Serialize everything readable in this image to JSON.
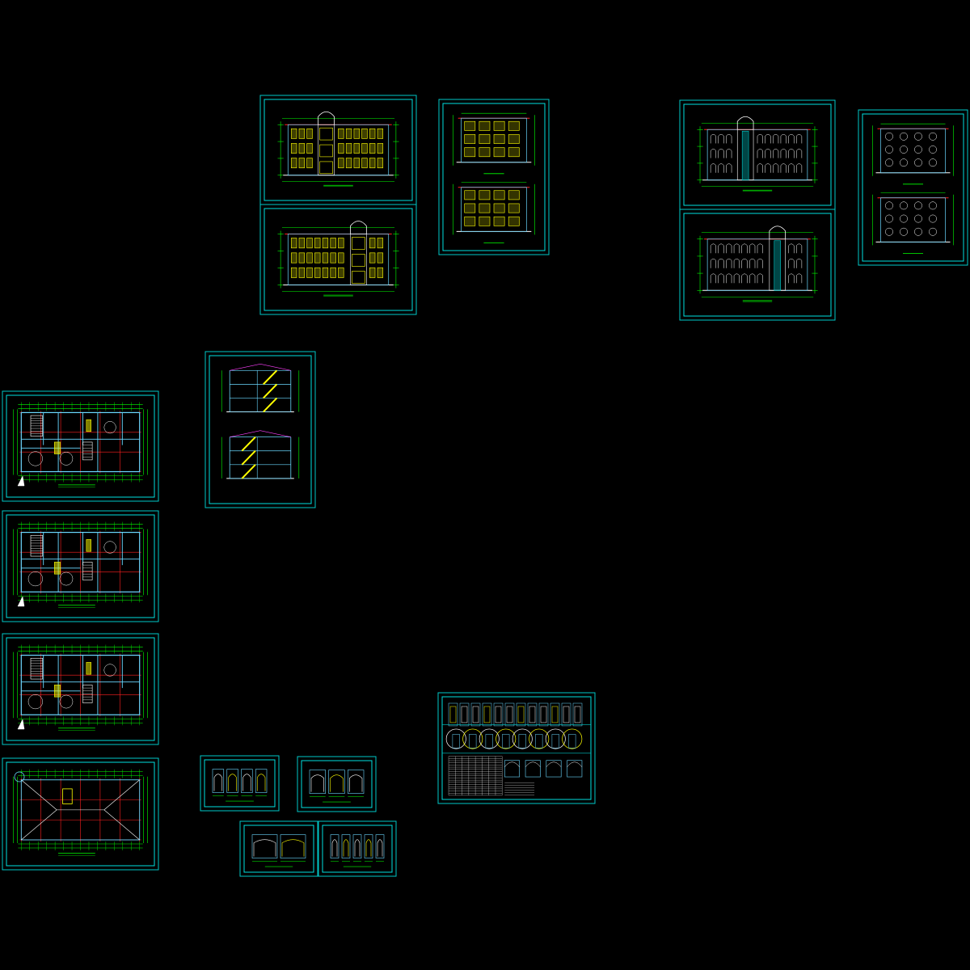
{
  "canvas": {
    "background": "#000000"
  },
  "colors": {
    "frame": "#00c8c8",
    "frame_inner": "#00e0e0",
    "dim": "#00ff00",
    "grid": "#ff2020",
    "wall": "#6ad8ff",
    "accent": "#ffff00",
    "white": "#ffffff",
    "magenta": "#ff40ff",
    "orange": "#ff9900"
  },
  "sheets": [
    {
      "id": "front-elevation-color",
      "kind": "elevation-color"
    },
    {
      "id": "rear-elevation-color",
      "kind": "elevation-color-2"
    },
    {
      "id": "side-elevations-color",
      "kind": "side-pair-color"
    },
    {
      "id": "front-elevation-line",
      "kind": "elevation-line"
    },
    {
      "id": "rear-elevation-line",
      "kind": "elevation-line-2"
    },
    {
      "id": "side-elevations-line",
      "kind": "side-pair-line"
    },
    {
      "id": "sections",
      "kind": "sections"
    },
    {
      "id": "floor-plan-1",
      "kind": "plan"
    },
    {
      "id": "floor-plan-2",
      "kind": "plan"
    },
    {
      "id": "floor-plan-3",
      "kind": "plan"
    },
    {
      "id": "roof-plan",
      "kind": "roof"
    },
    {
      "id": "detail-sheet-a",
      "kind": "details-a"
    },
    {
      "id": "detail-sheet-b",
      "kind": "details-b"
    },
    {
      "id": "detail-sheet-c",
      "kind": "details-c"
    },
    {
      "id": "detail-sheet-d",
      "kind": "details-d"
    },
    {
      "id": "door-window-schedule",
      "kind": "schedule"
    }
  ]
}
